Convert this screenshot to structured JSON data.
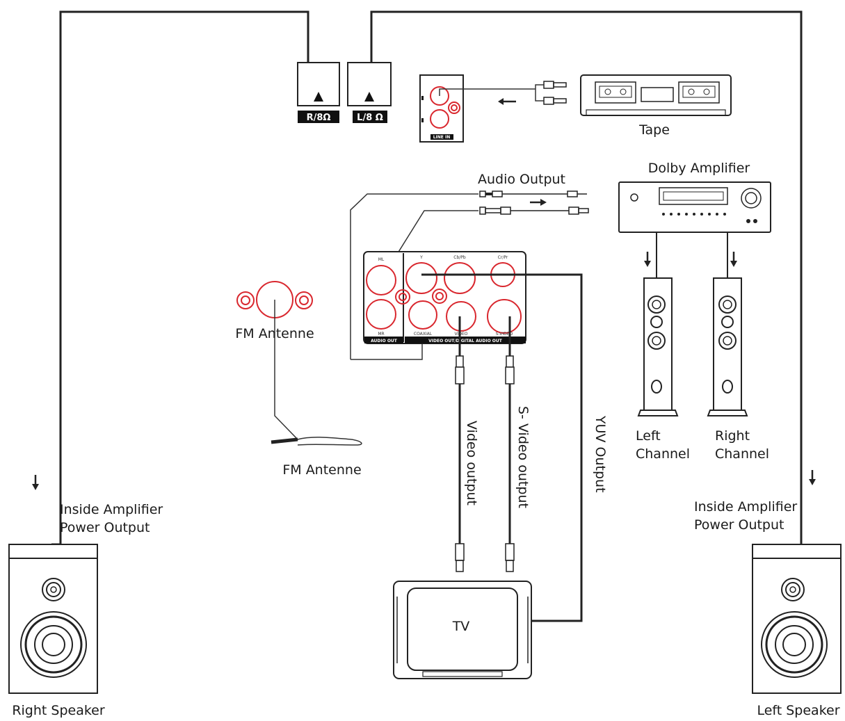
{
  "labels": {
    "tape": "Tape",
    "dolby_amplifier": "Dolby Amplifier",
    "audio_output": "Audio Output",
    "fm_antenne_top": "FM Antenne",
    "fm_antenne_bottom": "FM Antenne",
    "left_channel_1": "Left",
    "left_channel_2": "Channel",
    "right_channel_1": "Right",
    "right_channel_2": "Channel",
    "inside_amp_left_1": "Inside Amplifier",
    "inside_amp_left_2": "Power Output",
    "inside_amp_right_1": "Inside Amplifier",
    "inside_amp_right_2": "Power Output",
    "video_output": "Video output",
    "s_video_output": "S- Video output",
    "yuv_output": "YUV Output",
    "tv": "TV",
    "right_speaker": "Right Speaker",
    "left_speaker": "Left Speaker"
  },
  "terminals": {
    "right": "R/8Ω",
    "left": "L/8 Ω"
  },
  "panel": {
    "line_in": "LINE IN",
    "audio_out": "AUDIO OUT",
    "video_out": "VIDEO OUT/DIGITAL AUDIO OUT",
    "y": "Y",
    "cb": "Cb/Pb",
    "cr": "Cr/Pr",
    "ml": "ML",
    "mr": "MR",
    "coaxial": "COAXIAL",
    "video": "VIDEO",
    "svideo": "S-VIDEO"
  },
  "colors": {
    "line": "#222222",
    "connector_red": "#d9272e",
    "background": "#ffffff"
  },
  "icons": [
    "arrow-down-icon",
    "arrow-left-icon",
    "arrow-right-icon",
    "speaker-icon",
    "tower-speaker-icon",
    "tv-icon",
    "tape-deck-icon",
    "amplifier-icon",
    "rca-plug-icon",
    "antenna-cable-icon"
  ]
}
